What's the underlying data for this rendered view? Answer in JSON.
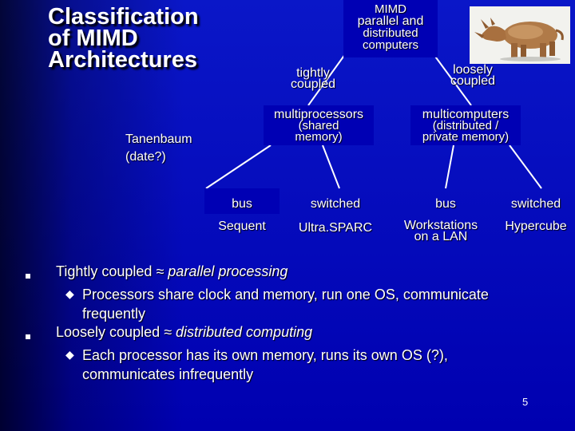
{
  "slide": {
    "title": [
      "Classification",
      "of MIMD",
      "Architectures"
    ],
    "attribution": [
      "Tanenbaum",
      "(date?)"
    ],
    "page_number": "5"
  },
  "tree": {
    "root": [
      "MIMD",
      "parallel and",
      "distributed",
      "computers"
    ],
    "tightly": [
      "tightly",
      "coupled"
    ],
    "loosely": [
      "loosely",
      "coupled"
    ],
    "multiprocessors": [
      "multiprocessors",
      "(shared",
      "memory)"
    ],
    "multicomputers": [
      "multicomputers",
      "(distributed /",
      "private memory)"
    ],
    "leaves": [
      {
        "type": "bus",
        "example": "Sequent"
      },
      {
        "type": "switched",
        "example": "Ultra.SPARC"
      },
      {
        "type": "bus",
        "example": "Workstations on a LAN"
      },
      {
        "type": "switched",
        "example": "Hypercube"
      }
    ]
  },
  "bullets": [
    {
      "prefix": "Tightly coupled ",
      "approx": "≈",
      "emph": " parallel processing",
      "sub": [
        "Processors share clock and memory, run one OS, communicate",
        "frequently"
      ]
    },
    {
      "prefix": "Loosely coupled ",
      "approx": "≈",
      "emph": " distributed computing",
      "sub": [
        "Each processor has its own memory, runs its own OS (?),",
        "communicates infrequently"
      ]
    }
  ]
}
